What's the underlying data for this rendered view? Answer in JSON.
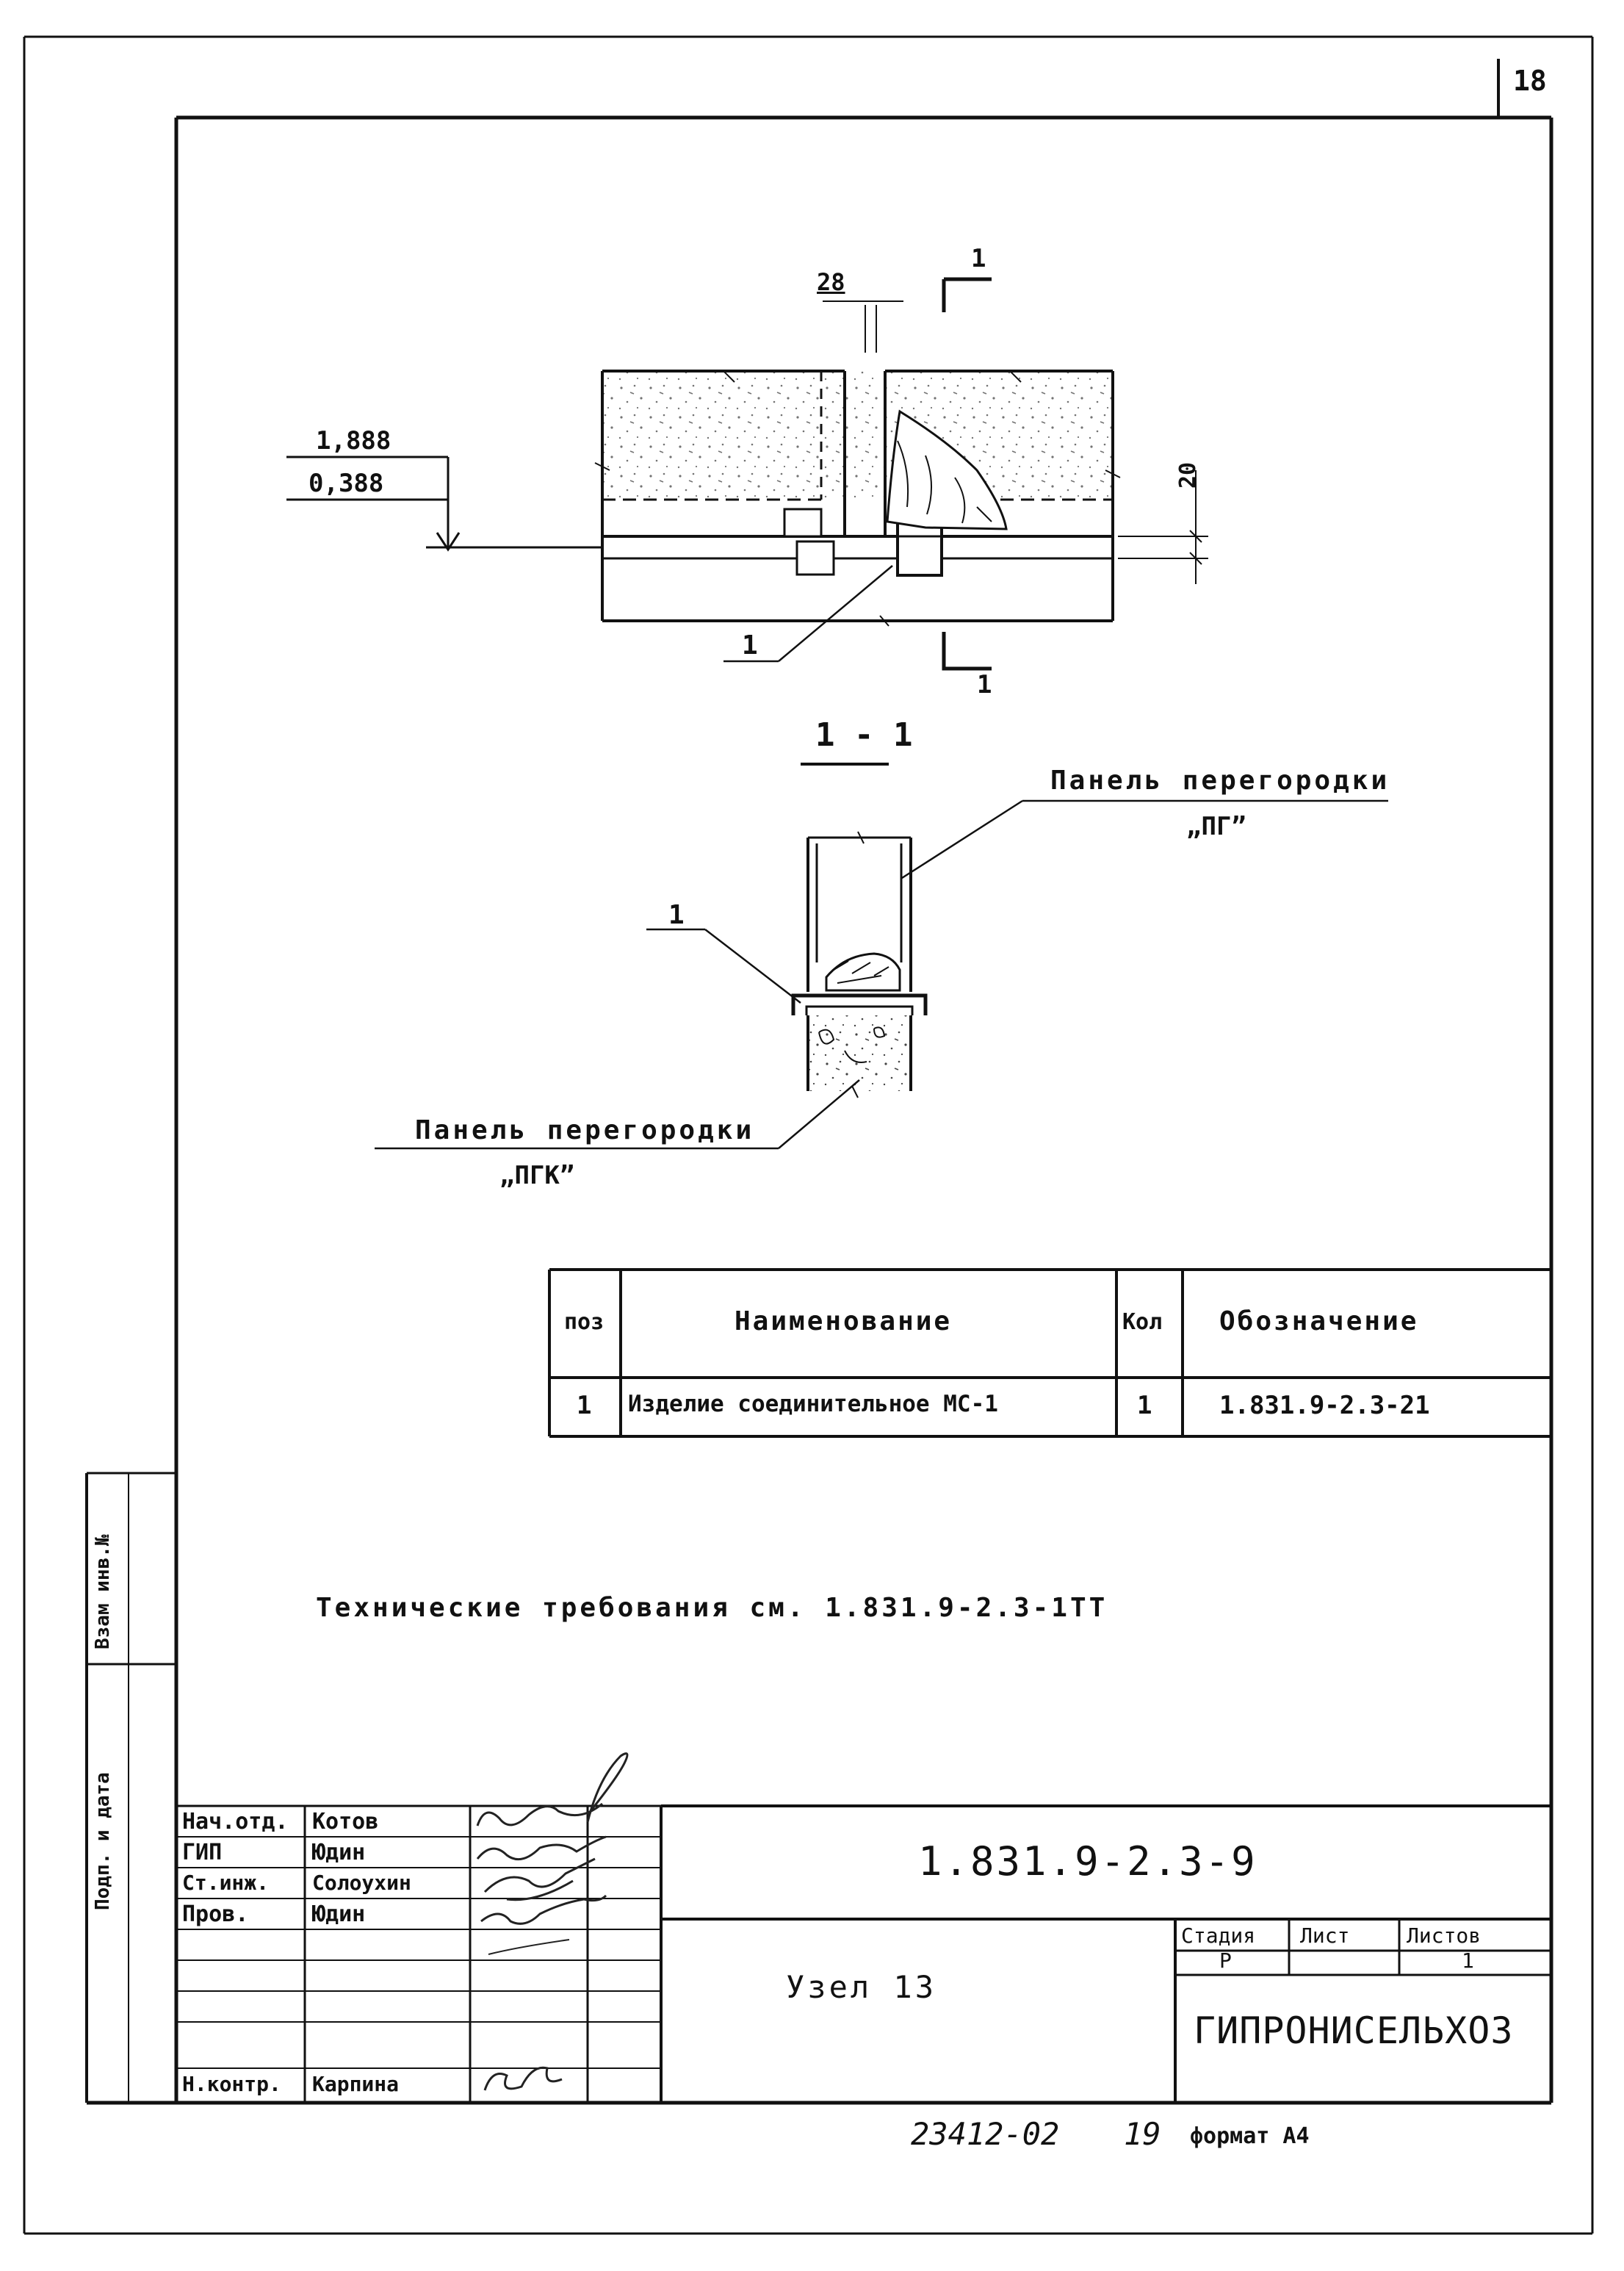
{
  "sheet": {
    "number": "18"
  },
  "plan": {
    "dim_gap": "28",
    "dim_height": "20",
    "elev_top": "1,888",
    "elev_bottom": "0,388",
    "section_mark": "1",
    "callout": "1"
  },
  "section": {
    "title": "1 - 1",
    "callout": "1",
    "label_pg_line1": "Панель перегородки",
    "label_pg_line2": "„ПГ”",
    "label_pgk_line1": "Панель перегородки",
    "label_pgk_line2": "„ПГК”"
  },
  "spec_table": {
    "headers": [
      "поз",
      "Наименование",
      "Кол",
      "Обозначение"
    ],
    "rows": [
      [
        "1",
        "Изделие соединительное МС-1",
        "1",
        "1.831.9-2.3-21"
      ]
    ]
  },
  "notes": {
    "tech_requirements": "Технические требования см. 1.831.9-2.3-1ТТ"
  },
  "side_stamp": {
    "upper": "Взам инв.№",
    "lower": "Подп. и дата"
  },
  "title_block": {
    "people": [
      {
        "role": "Нач.отд.",
        "name": "Котов"
      },
      {
        "role": "ГИП",
        "name": "Юдин"
      },
      {
        "role": "Ст.инж.",
        "name": "Солоухин"
      },
      {
        "role": "Пров.",
        "name": "Юдин"
      },
      {
        "role": "",
        "name": ""
      },
      {
        "role": "",
        "name": ""
      },
      {
        "role": "Н.контр.",
        "name": "Карпина"
      }
    ],
    "code": "1.831.9-2.3-9",
    "node_name": "Узел 13",
    "stage_label": "Стадия",
    "sheet_label": "Лист",
    "sheets_label": "Листов",
    "stage_value": "Р",
    "sheet_value": "",
    "sheets_value": "1",
    "organization": "ГИПРОНИСЕЛЬХОЗ"
  },
  "footer": {
    "archive": "23412-02",
    "page": "19",
    "format": "формат А4"
  }
}
